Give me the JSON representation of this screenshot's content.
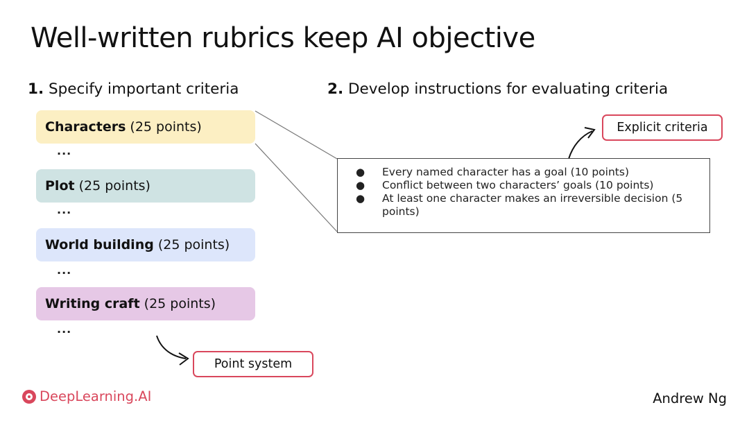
{
  "title": "Well-written rubrics keep AI objective",
  "section1": {
    "number": "1.",
    "heading": "Specify important criteria"
  },
  "section2": {
    "number": "2.",
    "heading": "Develop instructions for evaluating criteria"
  },
  "criteria": [
    {
      "name": "Characters",
      "points": "(25 points)",
      "color": "#fcefc3"
    },
    {
      "name": "Plot",
      "points": "(25 points)",
      "color": "#cfe3e3"
    },
    {
      "name": "World building",
      "points": "(25 points)",
      "color": "#dde6fb"
    },
    {
      "name": "Writing craft",
      "points": "(25 points)",
      "color": "#e6c8e6"
    }
  ],
  "ellipsis": "...",
  "character_details": [
    "Every named character has a goal (10 points)",
    "Conflict between two characters’ goals (10 points)",
    "At least one character makes an irreversible decision (5 points)"
  ],
  "bullet_glyph": "●",
  "callouts": {
    "explicit": "Explicit criteria",
    "points": "Point system"
  },
  "colors": {
    "accent": "#d9475c",
    "connector": "#777777"
  },
  "footer": {
    "brand": "DeepLearning.AI",
    "author": "Andrew Ng"
  }
}
